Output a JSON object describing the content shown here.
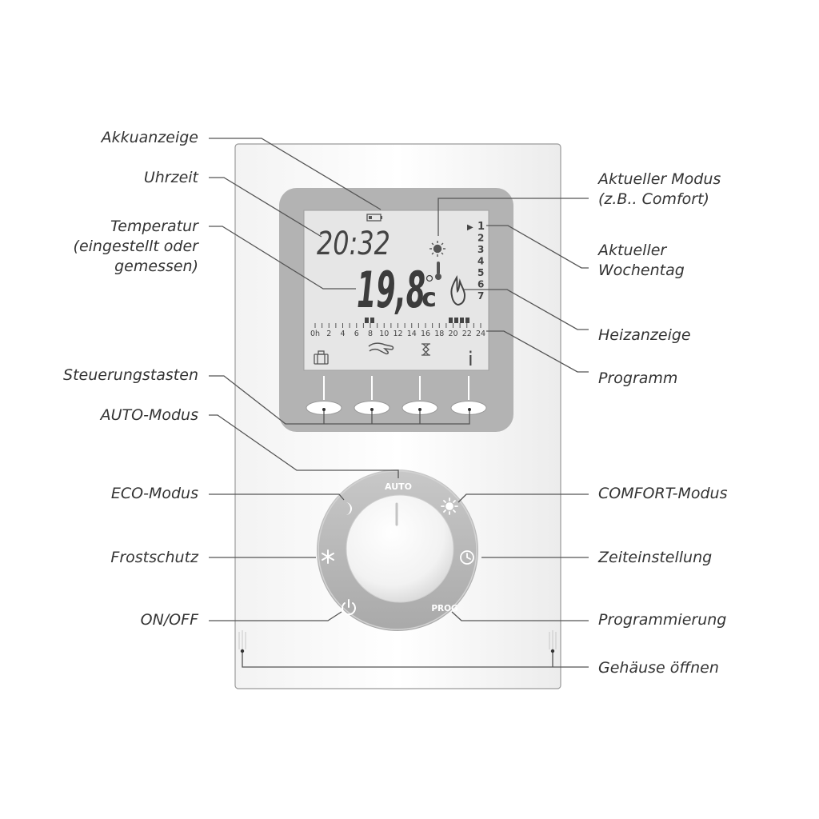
{
  "labels": {
    "akkuanzeige": "Akkuanzeige",
    "uhrzeit": "Uhrzeit",
    "temperatur_1": "Temperatur",
    "temperatur_2": "(eingestellt oder",
    "temperatur_3": "gemessen)",
    "steuerungstasten": "Steuerungstasten",
    "auto_modus": "AUTO-Modus",
    "eco_modus": "ECO-Modus",
    "frostschutz": "Frostschutz",
    "on_off": "ON/OFF",
    "aktueller_modus_1": "Aktueller Modus",
    "aktueller_modus_2": "(z.B.. Comfort)",
    "aktueller_wochentag_1": "Aktueller",
    "aktueller_wochentag_2": "Wochentag",
    "heizanzeige": "Heizanzeige",
    "programm": "Programm",
    "comfort_modus": "COMFORT-Modus",
    "zeiteinstellung": "Zeiteinstellung",
    "programmierung": "Programmierung",
    "gehaeuse_oeffnen": "Gehäuse öffnen"
  },
  "display": {
    "time": "20:32",
    "temperature": "19,8",
    "unit": "c",
    "weekday_marker": "▶",
    "weekdays": [
      "1",
      "2",
      "3",
      "4",
      "5",
      "6",
      "7"
    ],
    "hours": [
      "0h",
      "2",
      "4",
      "6",
      "8",
      "10",
      "12",
      "14",
      "16",
      "18",
      "20",
      "22",
      "24"
    ],
    "info": "i"
  },
  "dial": {
    "auto": "AUTO",
    "prog": "PROG"
  },
  "icons": {
    "battery": "battery-icon",
    "sun": "sun-icon",
    "thermometer": "thermometer-icon",
    "flame": "flame-icon",
    "suitcase": "suitcase-icon",
    "hand": "hand-icon",
    "hourglass": "hourglass-icon",
    "moon": "moon-icon",
    "snowflake": "snowflake-icon",
    "clock": "clock-icon",
    "power": "power-icon"
  },
  "colors": {
    "housing": "#fbfbfb",
    "bezel": "#b3b3b3",
    "lcd": "#e6e6e6",
    "lcd_ink": "#555555",
    "ring": "#b9b9b9",
    "leader": "#555555",
    "label_text": "#333333"
  }
}
